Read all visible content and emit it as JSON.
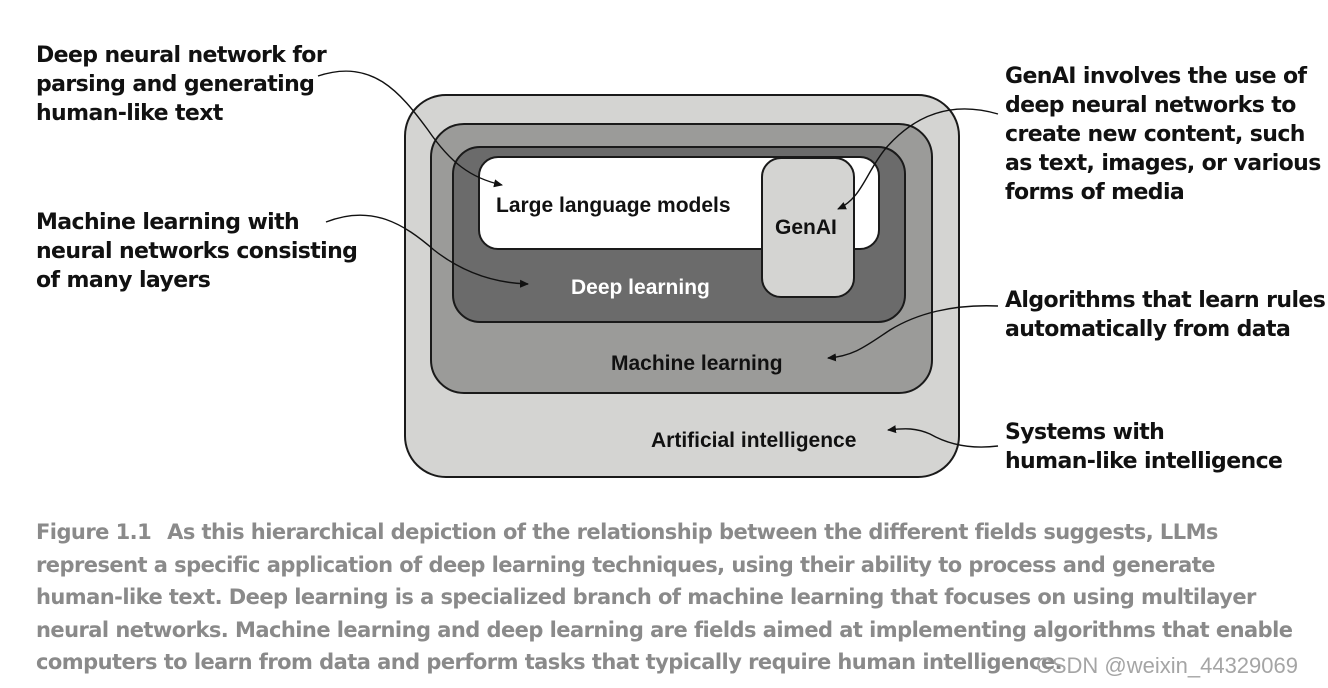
{
  "diagram": {
    "boxes": {
      "ai": "Artificial intelligence",
      "ml": "Machine learning",
      "dl": "Deep learning",
      "llm": "Large language models",
      "genai": "GenAI"
    },
    "annotations": {
      "llm": [
        "Deep neural network for",
        "parsing and generating",
        "human-like text"
      ],
      "dl": [
        "Machine learning with",
        "neural networks consisting",
        "of many layers"
      ],
      "genai": [
        "GenAI involves the use of",
        "deep neural networks to",
        "create new content, such",
        "as text, images, or various",
        "forms of media"
      ],
      "ml": [
        "Algorithms that learn rules",
        "automatically from data"
      ],
      "ai": [
        "Systems with",
        "human-like intelligence"
      ]
    },
    "colors": {
      "ai_fill": "#d4d4d2",
      "ml_fill": "#9b9b99",
      "dl_fill": "#6b6b6b",
      "llm_fill": "#ffffff",
      "genai_fill": "#d4d4d2",
      "outline": "#1a1a1a",
      "caption_text": "#8a8a8a"
    }
  },
  "caption": {
    "figure_number": "Figure 1.1",
    "text": "As this hierarchical depiction of the relationship between the different fields suggests, LLMs represent a specific application of deep learning techniques, using their ability to process and generate human-like text. Deep learning is a specialized branch of machine learning that focuses on using multilayer neural networks. Machine learning and deep learning are fields aimed at implementing algorithms that enable computers to learn from data and perform tasks that typically require human intelligence."
  },
  "watermark": "CSDN @weixin_44329069"
}
